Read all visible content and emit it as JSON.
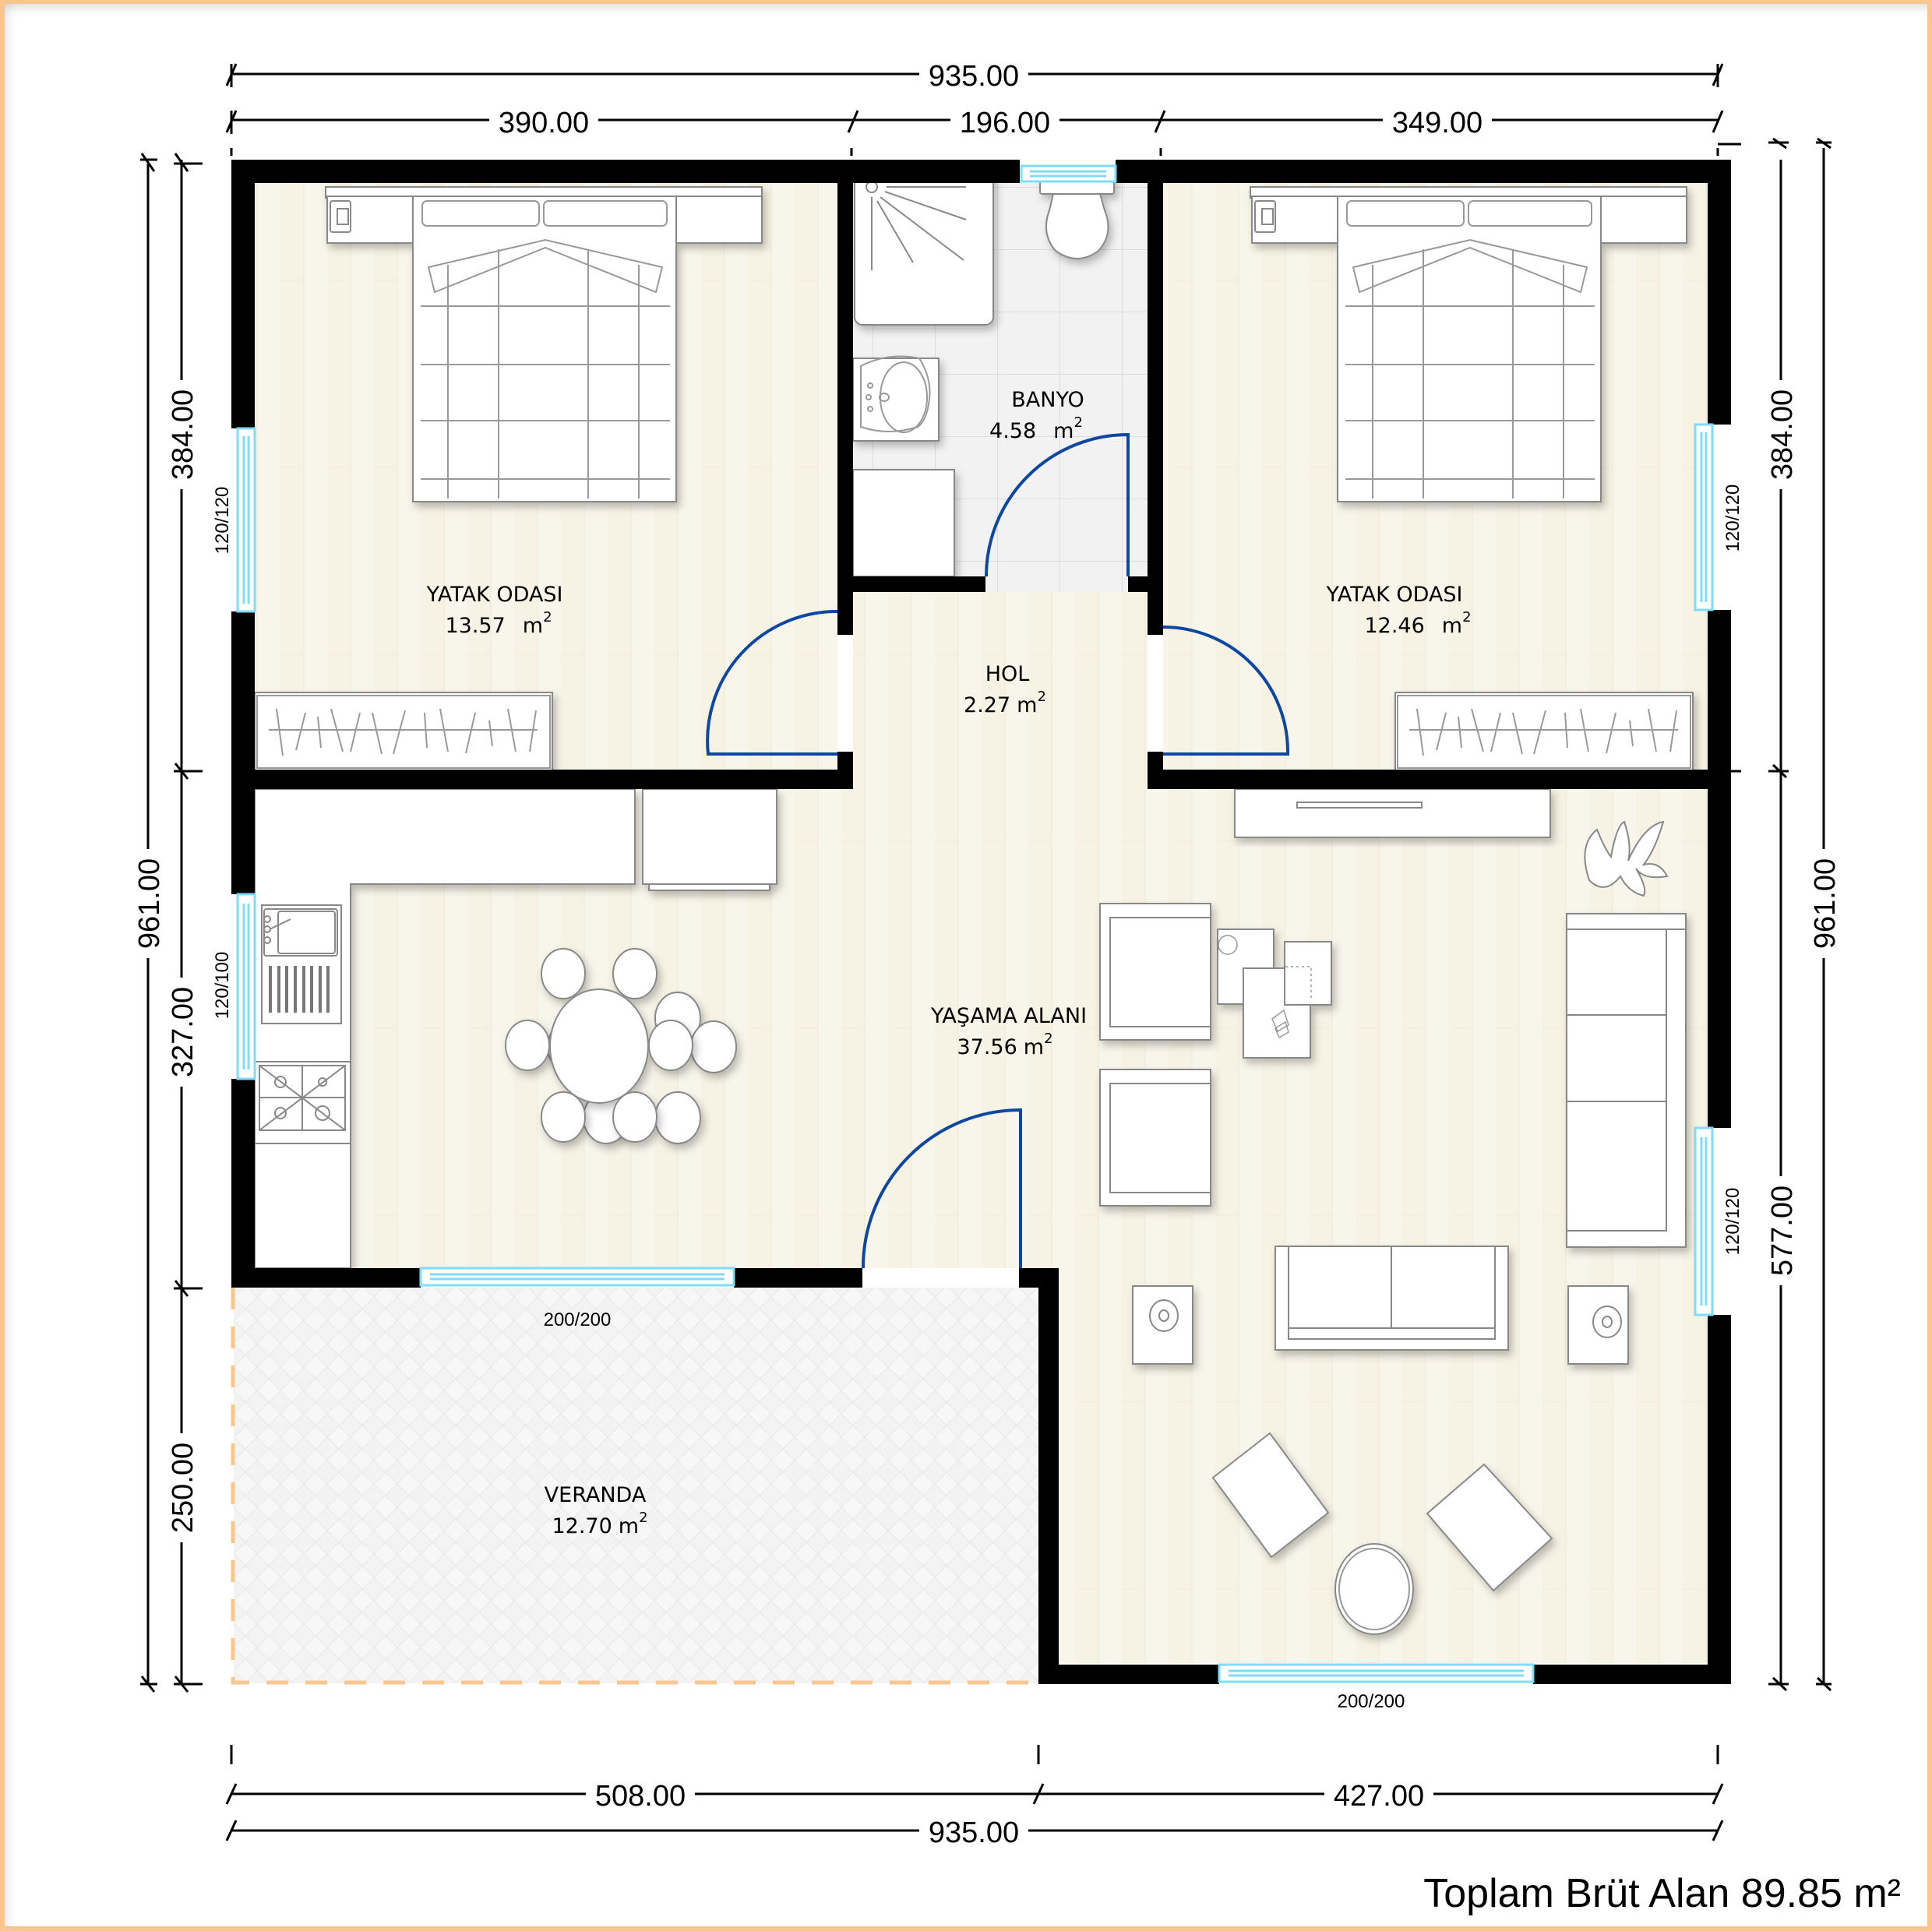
{
  "plan": {
    "total_area_label": "Toplam Brüt Alan 89.85 m²",
    "colors": {
      "wall": "#000000",
      "floor_wood": "#f8f5ea",
      "bath_tile": "#eeeeee",
      "veranda_tile": "#f1f1f1",
      "window": "#7fdcf7",
      "door_arc": "#0d47a1",
      "veranda_border": "#fbc68e",
      "frame_border": "#fbc68e"
    }
  },
  "dimensions": {
    "top_total": "935.00",
    "top_segments": [
      "390.00",
      "196.00",
      "349.00"
    ],
    "bottom_total": "935.00",
    "bottom_segments": [
      "508.00",
      "427.00"
    ],
    "left_total": "961.00",
    "left_segments": [
      "384.00",
      "327.00",
      "250.00"
    ],
    "right_total": "961.00",
    "right_segments": [
      "384.00",
      "577.00"
    ]
  },
  "rooms": [
    {
      "id": "bedroom-left",
      "name": "YATAK ODASI",
      "area": "13.57",
      "unit": "m",
      "sup": "2"
    },
    {
      "id": "bathroom",
      "name": "BANYO",
      "area": "4.58",
      "unit": "m",
      "sup": "2"
    },
    {
      "id": "bedroom-right",
      "name": "YATAK ODASI",
      "area": "12.46",
      "unit": "m",
      "sup": "2"
    },
    {
      "id": "hall",
      "name": "HOL",
      "area": "2.27",
      "unit": "m",
      "sup": "2"
    },
    {
      "id": "living",
      "name": "YAŞAMA ALANI",
      "area": "37.56",
      "unit": "m",
      "sup": "2"
    },
    {
      "id": "veranda",
      "name": "VERANDA",
      "area": "12.70",
      "unit": "m",
      "sup": "2"
    }
  ],
  "windows": [
    {
      "id": "win-bed-left",
      "label": "120/120"
    },
    {
      "id": "win-kitchen",
      "label": "120/100"
    },
    {
      "id": "win-bed-right",
      "label": "120/120"
    },
    {
      "id": "win-living-right",
      "label": "120/120"
    },
    {
      "id": "win-veranda",
      "label": "200/200"
    },
    {
      "id": "win-living-bottom",
      "label": "200/200"
    }
  ]
}
